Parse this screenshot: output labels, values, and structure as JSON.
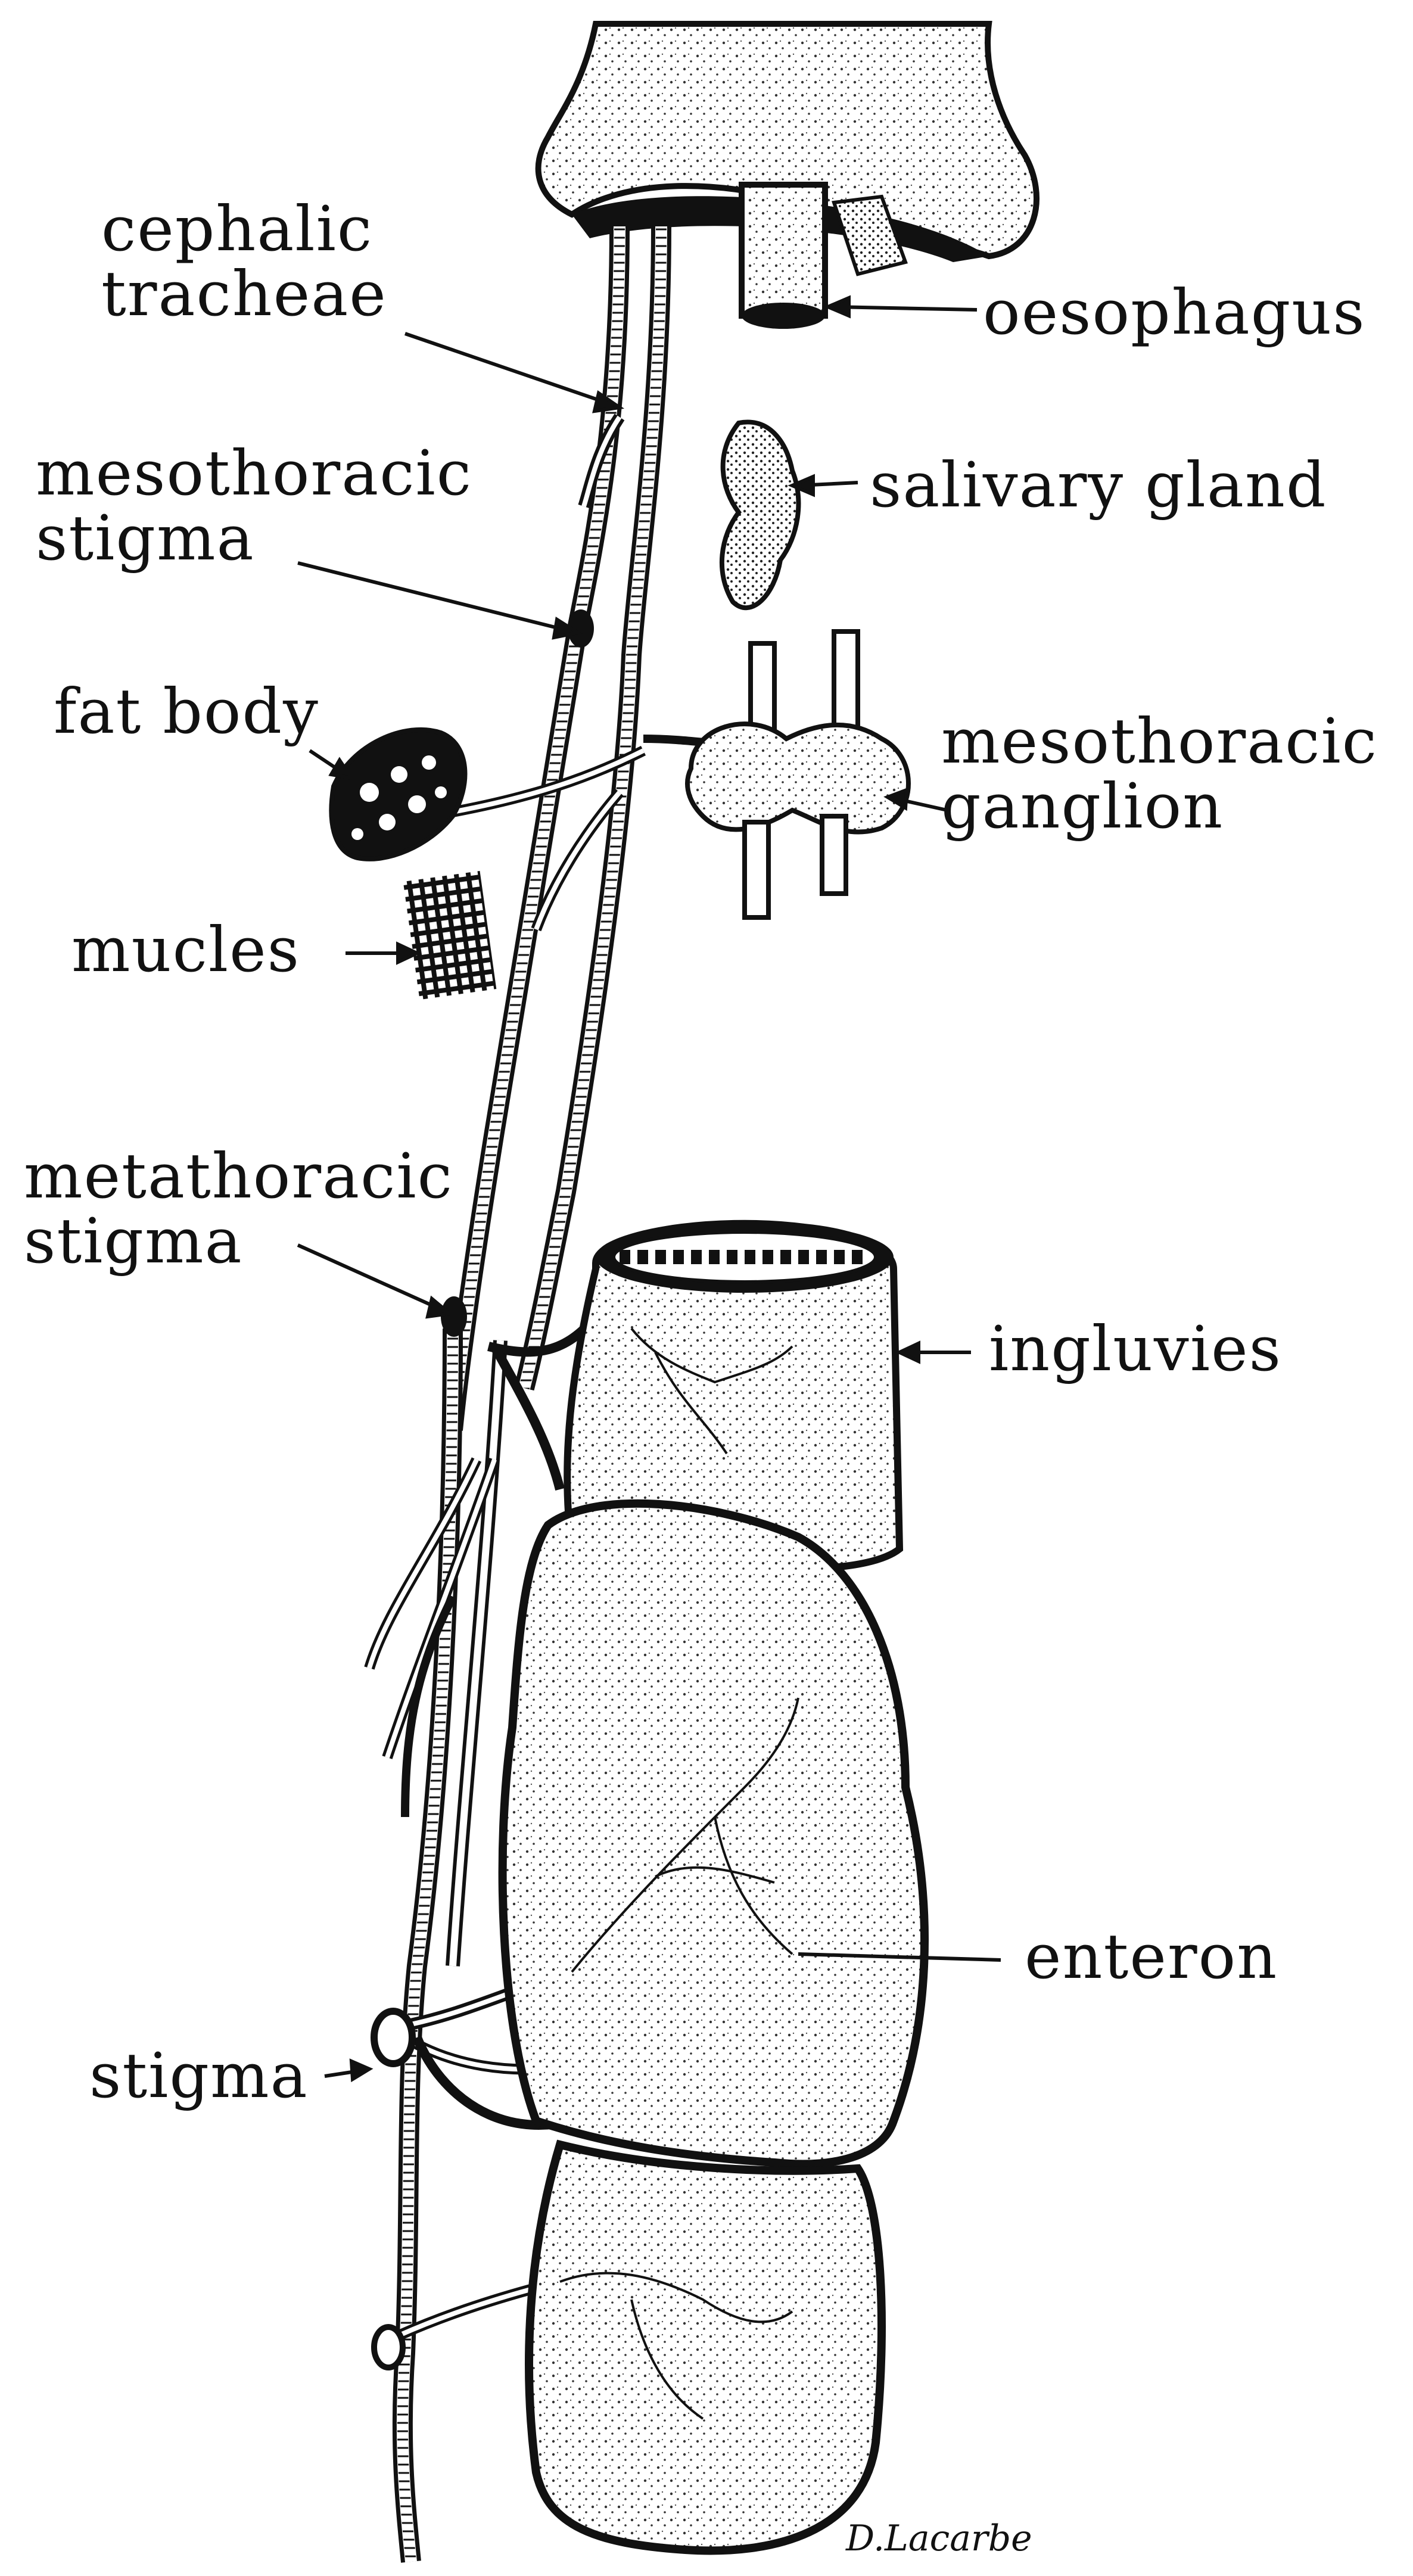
{
  "labels": {
    "cephalic_tracheae": [
      "cephalic",
      "tracheae"
    ],
    "oesophagus": "oesophagus",
    "salivary_gland": "salivary gland",
    "mesothoracic_stigma": [
      "mesothoracic",
      "stigma"
    ],
    "fat_body": "fat body",
    "mesothoracic_ganglion": [
      "mesothoracic",
      "ganglion"
    ],
    "mucles": "mucles",
    "metathoracic_stigma": [
      "metathoracic",
      "stigma"
    ],
    "ingluvies": "ingluvies",
    "enteron": "enteron",
    "stigma": "stigma"
  },
  "signature": "D.Lacarbe",
  "colors": {
    "ink": "#111111",
    "paper": "#ffffff",
    "stipple": "#cfcfcf"
  }
}
